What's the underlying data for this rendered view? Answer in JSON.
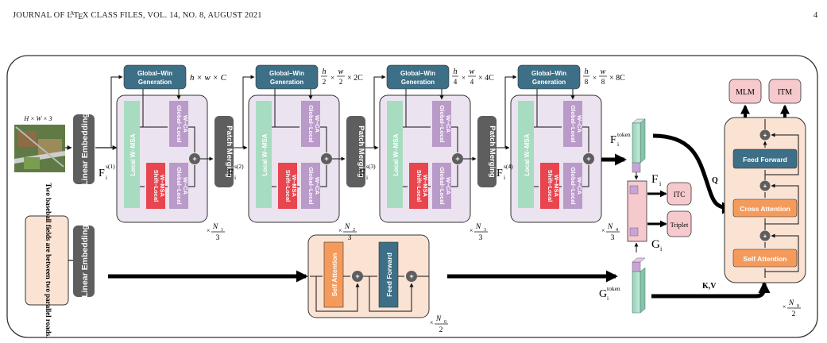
{
  "header": {
    "journal": "JOURNAL OF L",
    "journal_a": "A",
    "journal_te": "T",
    "journal_e": "E",
    "journal_x": "X CLASS FILES, VOL. 14, NO. 8, AUGUST 2021",
    "page_number": "4"
  },
  "figure": {
    "input_image_dims": "H × W × 3",
    "text_input": "Two baseball fields are between two parallel roads.",
    "linear_embedding": "Linear Embedding",
    "global_win": "Global–Win",
    "generation": "Generation",
    "local_wmsa": "Local W–MSA",
    "shift_local_1": "Shift–Local",
    "shift_local_2": "W–MSA",
    "global_local_1": "Global–Local",
    "global_local_2": "W–CA",
    "patch_merging": "Patch Merging",
    "plus": "+",
    "stage_dims": [
      {
        "a": "h × w × C",
        "b": ""
      },
      {
        "a": "h",
        "a2": "2",
        "b": "w",
        "b2": "2",
        "c": "× 2C"
      },
      {
        "a": "h",
        "a2": "4",
        "b": "w",
        "b2": "4",
        "c": "× 4C"
      },
      {
        "a": "h",
        "a2": "8",
        "b": "w",
        "b2": "8",
        "c": "× 8C"
      }
    ],
    "feat_labels": [
      "F",
      "s(1)",
      "s(2)",
      "s(3)",
      "s(4)",
      "i"
    ],
    "repeat": [
      {
        "n": "N",
        "sub": "1",
        "d": "3"
      },
      {
        "n": "N",
        "sub": "2",
        "d": "3"
      },
      {
        "n": "N",
        "sub": "3",
        "d": "3"
      },
      {
        "n": "N",
        "sub": "4",
        "d": "3"
      },
      {
        "n": "N",
        "sub": "0",
        "d": "2"
      },
      {
        "n": "N",
        "sub": "0",
        "d": "2"
      }
    ],
    "times": "×",
    "f_token": "F",
    "token_sup": "token",
    "fi": "F",
    "gi": "G",
    "sub_i": "i",
    "g_token": "G",
    "itc": "ITC",
    "triplet": "Triplet",
    "mlm": "MLM",
    "itm": "ITM",
    "feed_forward": "Feed Forward",
    "cross_attention": "Cross Attention",
    "self_attention": "Self Attention",
    "q": "Q",
    "kv": "K,V"
  },
  "colors": {
    "teal": "#3d6f86",
    "green": "#a8dcc1",
    "red": "#e8454f",
    "purple": "#b99ac9",
    "stage_bg": "#ebe3ef",
    "grey": "#5e5e5e",
    "orange": "#f49b5c",
    "salmon_bg": "#fbe3d4",
    "pink": "#f6c9cd"
  }
}
